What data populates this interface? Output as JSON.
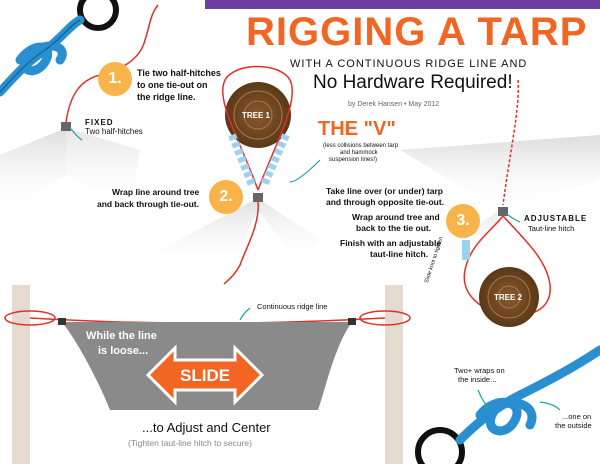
{
  "header": {
    "title": "RIGGING A TARP",
    "subtitle": "WITH A CONTINUOUS RIDGE LINE AND",
    "subtitle2": "No Hardware Required!",
    "byline": "by Derek Hansen • May 2012"
  },
  "steps": [
    {
      "number": "1.",
      "lines": [
        "Tie two half-hitches",
        "to one tie-out on",
        "the ridge line."
      ]
    },
    {
      "number": "2.",
      "lines": [
        "Wrap line around tree",
        "and back through tie-out."
      ]
    },
    {
      "number": "3.",
      "lines": [
        "Take line over (or under) tarp",
        "and through opposite tie-out.",
        "Wrap around tree and",
        "back to the tie out.",
        "Finish with an adjustable",
        "taut-line hitch."
      ]
    }
  ],
  "labels": {
    "fixed_title": "FIXED",
    "fixed_sub": "Two half-hitches",
    "adjustable_title": "ADJUSTABLE",
    "adjustable_sub": "Taut-line hitch",
    "tree1": "TREE 1",
    "tree2": "TREE 2",
    "the_v": "THE \"V\"",
    "the_v_note": [
      "(less collisions between tarp",
      "and hammock",
      "suspension lines!)"
    ],
    "slide_knot": "Slide knot to tighten",
    "continuous": "Continuous ridge line",
    "loose1": "While the line",
    "loose2": "is loose...",
    "slide": "SLIDE",
    "adjust": "...to Adjust and Center",
    "tighten": "(Tighten taut-line hitch to secure)",
    "wraps_inside": [
      "Two+ wraps on",
      "the inside..."
    ],
    "one_outside": [
      "...one on",
      "the outside"
    ]
  },
  "colors": {
    "title": "#f26522",
    "accent_orange": "#f26522",
    "step_circle": "#f8b44a",
    "rope_blue": "#2a8fd1",
    "line_red": "#e0302a",
    "teal": "#1ea3a3",
    "tree_brown": "#6b4524",
    "tarp_gray": "#8a8a8a",
    "post_tan": "#e4dad0",
    "banner_purple": "#6e3fa2"
  }
}
